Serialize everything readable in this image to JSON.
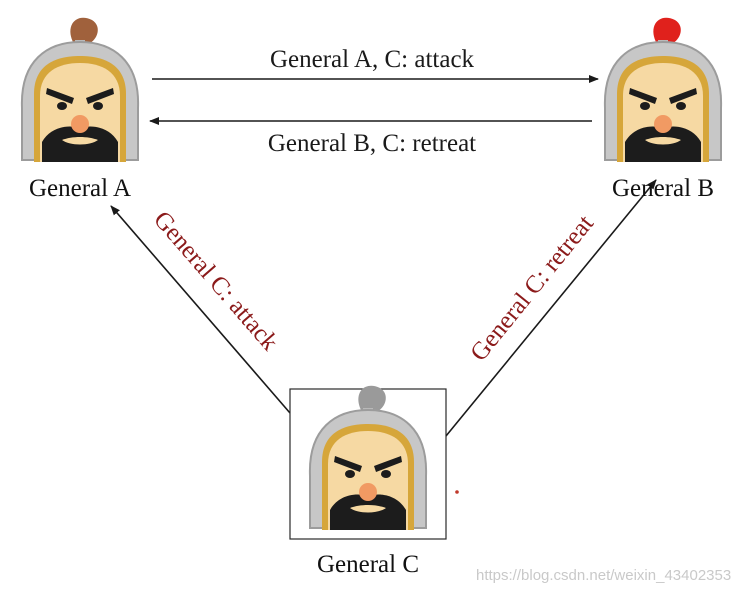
{
  "generals": {
    "a": {
      "name": "General A",
      "plume_color": "#a0613c"
    },
    "b": {
      "name": "General B",
      "plume_color": "#e0211c"
    },
    "c": {
      "name": "General C",
      "plume_color": "#9a9a9a"
    }
  },
  "messages": {
    "a_to_b": "General A, C: attack",
    "b_to_a": "General B, C: retreat",
    "c_to_a": "General C: attack",
    "c_to_b": "General C: retreat"
  },
  "colors": {
    "helmet": "#c7c7c7",
    "helmet_rim": "#d6a63a",
    "face": "#f6d9a3",
    "nose": "#f19a63",
    "beard": "#1c1c1c",
    "message_red": "#8b1a1a"
  },
  "watermark": "https://blog.csdn.net/weixin_43402353"
}
